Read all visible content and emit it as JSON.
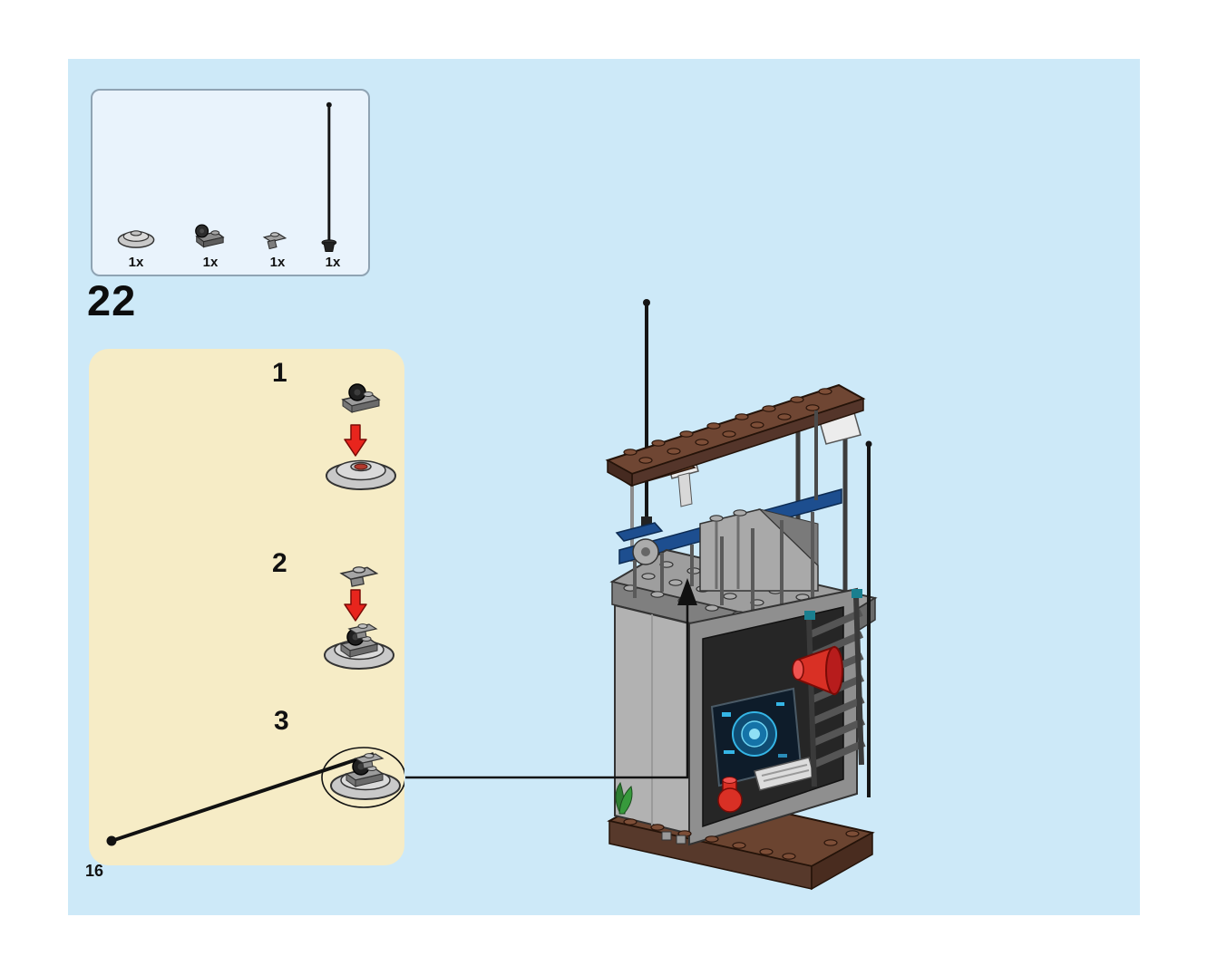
{
  "page": {
    "step_number": "22",
    "page_number": "16"
  },
  "parts_box": {
    "items": [
      {
        "count": "1x",
        "part": "radar-dish-2x2"
      },
      {
        "count": "1x",
        "part": "dark-gray-wheel-holder-plate"
      },
      {
        "count": "1x",
        "part": "gray-clip-plate"
      },
      {
        "count": "1x",
        "part": "black-antenna-whip"
      }
    ]
  },
  "substeps": [
    {
      "number": "1"
    },
    {
      "number": "2"
    },
    {
      "number": "3"
    }
  ],
  "colors": {
    "page_background": "#cde9f8",
    "parts_box_background": "#e9f3fc",
    "substeps_background": "#f6ecc6",
    "arrow_red": "#e8251d",
    "line_black": "#111111",
    "roof_brown": "#6f4633",
    "base_brown": "#6b4430",
    "beam_blue": "#1d4e8f",
    "screen_blue": "#35b5e5"
  }
}
